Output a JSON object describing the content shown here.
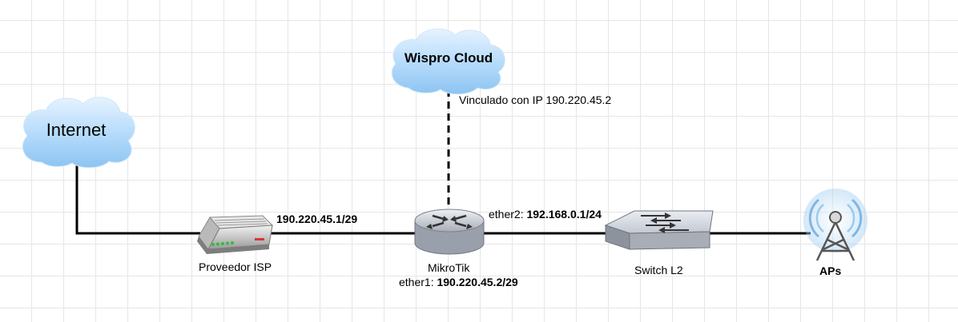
{
  "nodes": {
    "internet": {
      "label": "Internet"
    },
    "wispro_cloud": {
      "label": "Wispro Cloud"
    },
    "isp": {
      "label": "Proveedor ISP"
    },
    "mikrotik": {
      "label": "MikroTik"
    },
    "switch": {
      "label": "Switch L2"
    },
    "aps": {
      "label": "APs"
    }
  },
  "links": {
    "cloud_link": {
      "text": "Vinculado con IP 190.220.45.2"
    },
    "isp_ip": {
      "text": "190.220.45.1/29"
    },
    "ether1": {
      "prefix": "ether1: ",
      "ip": "190.220.45.2/29"
    },
    "ether2": {
      "prefix": "ether2: ",
      "ip": "192.168.0.1/24"
    }
  },
  "colors": {
    "cloud_fill": "#b3dcff",
    "line": "#000000",
    "device_gray": "#c0c4cc"
  }
}
